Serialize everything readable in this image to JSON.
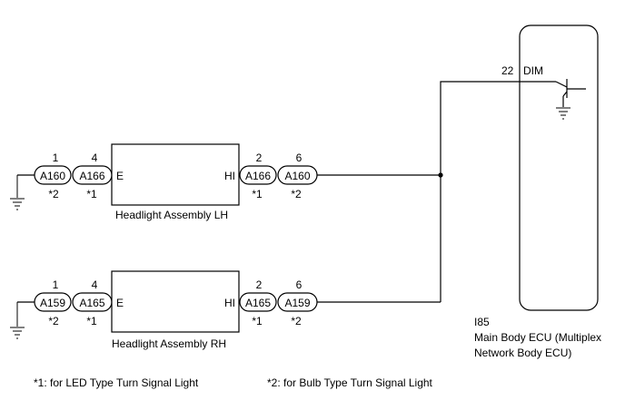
{
  "ecu": {
    "code": "I85",
    "name_line1": "Main Body ECU (Multiplex",
    "name_line2": "Network Body ECU)",
    "pin": "22",
    "pin_name": "DIM"
  },
  "lh": {
    "assembly_label": "Headlight Assembly LH",
    "terminal_left": "E",
    "terminal_right": "HI",
    "left_connectors": [
      {
        "code": "A160",
        "pin": "1",
        "note": "*2"
      },
      {
        "code": "A166",
        "pin": "4",
        "note": "*1"
      }
    ],
    "right_connectors": [
      {
        "code": "A166",
        "pin": "2",
        "note": "*1"
      },
      {
        "code": "A160",
        "pin": "6",
        "note": "*2"
      }
    ]
  },
  "rh": {
    "assembly_label": "Headlight Assembly RH",
    "terminal_left": "E",
    "terminal_right": "HI",
    "left_connectors": [
      {
        "code": "A159",
        "pin": "1",
        "note": "*2"
      },
      {
        "code": "A165",
        "pin": "4",
        "note": "*1"
      }
    ],
    "right_connectors": [
      {
        "code": "A165",
        "pin": "2",
        "note": "*1"
      },
      {
        "code": "A159",
        "pin": "6",
        "note": "*2"
      }
    ]
  },
  "footnotes": {
    "note1": "*1: for LED Type Turn Signal Light",
    "note2": "*2: for Bulb Type Turn Signal Light"
  }
}
